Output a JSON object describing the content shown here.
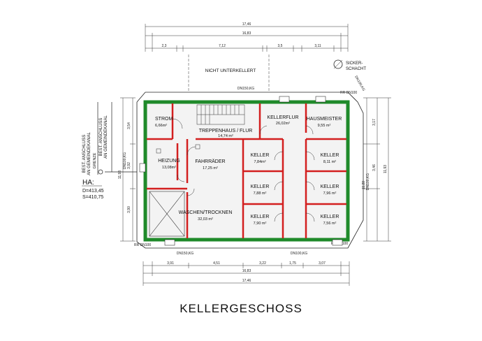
{
  "title": "KELLERGESCHOSS",
  "labels": {
    "not_basement": "NICHT UNTERKELLERT",
    "sicker_1": "SICKER-",
    "sicker_2": "SCHACHT",
    "pipe_top": "DN150,KG",
    "pipe_bottom_left": "DN150,KG",
    "pipe_bottom_right": "DN100,KG",
    "pipe_right": "DN100,KG",
    "pipe_right_top": "DN100,KG",
    "pipe_left": "DN100,KG",
    "rr_top_right": "RR DN100",
    "rr_bottom_right": "RR DN100",
    "rr_bottom_left": "RR DN100",
    "connection_1": "BEST. ANSCHLUSS",
    "connection_2": "AN GEMEINDEKANAL",
    "connection_3": "BEST. ANSCHLUSS",
    "connection_4": "AN GEMEINDEKANAL",
    "border": "GRENZE",
    "ha": "HA:",
    "ha_d": "D=413,45",
    "ha_s": "S=410,75"
  },
  "rooms": {
    "strom": {
      "name": "STROM",
      "area": "6,66m²"
    },
    "treppenhaus": {
      "name": "TREPPENHAUS / FLUR",
      "area": "14,74 m²"
    },
    "kellerflur": {
      "name": "KELLERFLUR",
      "area": "26,02m²"
    },
    "hausmeister": {
      "name": "HAUSMEISTER",
      "area": "9,55 m²"
    },
    "heizung": {
      "name": "HEIZUNG",
      "area": "13,08m²"
    },
    "fahrraeder": {
      "name": "FAHRRÄDER",
      "area": "17,25 m²"
    },
    "waschen": {
      "name": "WASCHEN/TROCKNEN",
      "area": "32,03 m²"
    },
    "keller1": {
      "name": "KELLER",
      "area": "7,84m²"
    },
    "keller2": {
      "name": "KELLER",
      "area": "7,88 m²"
    },
    "keller3": {
      "name": "KELLER",
      "area": "7,90 m²"
    },
    "keller4": {
      "name": "KELLER",
      "area": "8,11 m²"
    },
    "keller5": {
      "name": "KELLER",
      "area": "7,96 m²"
    },
    "keller6": {
      "name": "KELLER",
      "area": "7,56 m²"
    }
  },
  "dims": {
    "top_total": "17,46",
    "top_inner": "16,83",
    "top_a": "2,3",
    "top_b": "7,12",
    "top_c": "3,5",
    "top_d": "3,11",
    "bottom_total": "17,46",
    "bottom_inner": "16,83",
    "bottom_a": "3,91",
    "bottom_b": "4,51",
    "bottom_c": "3,22",
    "bottom_d": "1,75",
    "bottom_e": "3,07",
    "right_total": "11,93",
    "right_inner": "11,28",
    "right_a": "3,17",
    "right_b": "3,46",
    "left_a": "3,54",
    "left_b": "3,92",
    "left_c": "3,90",
    "left_total": "11,93"
  }
}
